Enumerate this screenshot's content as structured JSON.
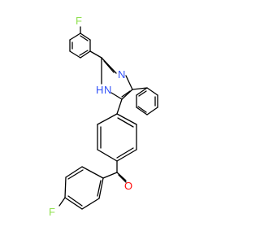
{
  "molecule": {
    "atom_labels": {
      "f_top": "F",
      "n_top": "N",
      "nh": "H",
      "nh_n": "N",
      "o": "O",
      "f_bottom": "F"
    },
    "colors": {
      "bond": "#000000",
      "nitrogen": "#3050F8",
      "oxygen": "#FF0D0D",
      "fluorine": "#90E050"
    }
  }
}
